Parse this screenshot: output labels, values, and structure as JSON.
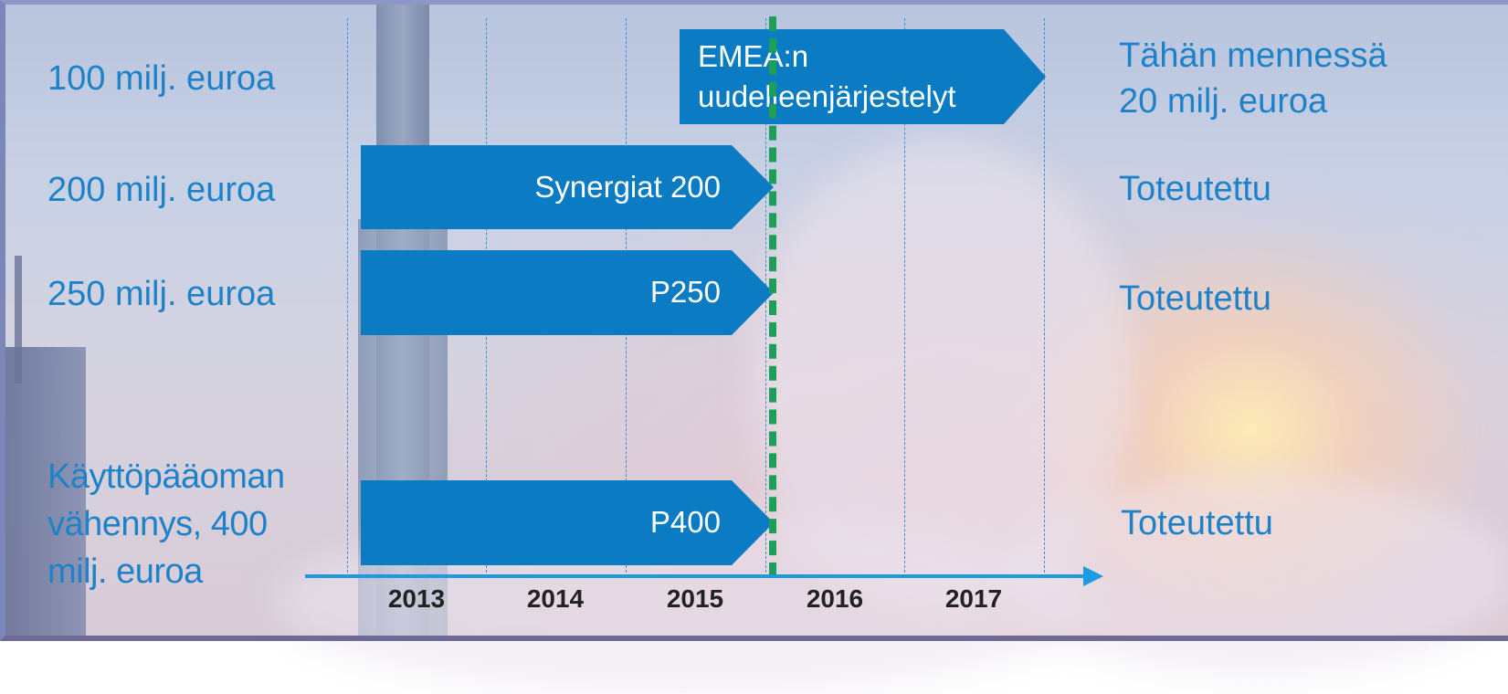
{
  "rows": [
    {
      "target": "100 milj. euroa",
      "bar_label": "EMEA:n\nuudelleenjärjestelyt",
      "status": "Tähän mennessä\n20 milj. euroa"
    },
    {
      "target": "200 milj. euroa",
      "bar_label": "Synergiat 200",
      "status": "Toteutettu"
    },
    {
      "target": "250 milj. euroa",
      "bar_label": "P250",
      "status": "Toteutettu"
    },
    {
      "target": "Käyttöpääoman\nvähennys, 400\nmilj. euroa",
      "bar_label": "P400",
      "status": "Toteutettu"
    }
  ],
  "timeline": {
    "years": [
      "2013",
      "2014",
      "2015",
      "2016",
      "2017"
    ]
  },
  "colors": {
    "bar": "#0b7cc3",
    "label_text": "#1e82c9",
    "today_line": "#1f9e57",
    "axis": "#1e9ae0"
  }
}
